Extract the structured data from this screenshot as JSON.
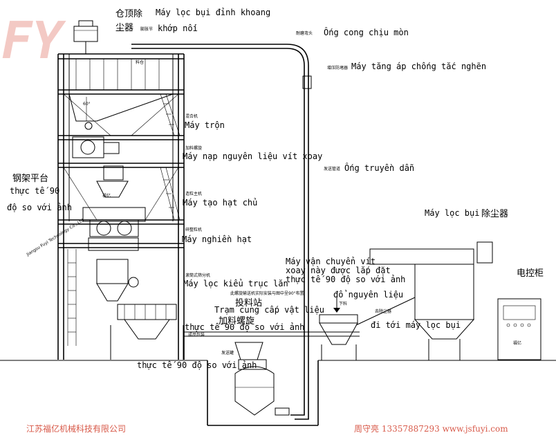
{
  "logo": {
    "text": "FY"
  },
  "watermark": {
    "diagonal": "Jiangsu Fuyi Technology Co., Ltd."
  },
  "labels": {
    "top_dust_collector_zh": "仓顶除\n尘器",
    "top_dust_collector_vi": "Máy lọc bụi đỉnh khoang",
    "joint_zh": "膨胀节",
    "joint_vi": "khớp nối",
    "wear_elbow_zh": "耐磨弯头",
    "wear_elbow_vi": "Ống cong chịu mòn",
    "booster_zh": "增压防堵器",
    "booster_vi": "Máy tăng áp chống tắc nghẽn",
    "silo_zh": "料仓",
    "mixer_zh": "混合机",
    "mixer_vi": "Máy trộn",
    "screw_feeder_zh": "加料螺旋",
    "screw_feeder_vi": "Máy nạp nguyên liệu vít xoay",
    "conveying_pipe_zh": "发送管道",
    "conveying_pipe_vi": "Ống truyền dẫn",
    "steel_platform_zh": "钢架平台",
    "note_rotated_90_a": "thực tế  90",
    "note_rotated_90_b": "độ so với ảnh",
    "granulator_zh": "造粒主机",
    "granulator_vi": "Máy tạo hạt chủ",
    "dust_filter_vi": "Máy lọc bụi",
    "dust_filter_zh": "除尘器",
    "crusher_zh": "碎整粒机",
    "crusher_vi": "Máy nghiền hạt",
    "screw_conveyor_vi_1": "Máy vận chuyển vít",
    "screw_conveyor_vi_2": "xoay này được lắp đặt",
    "screw_conveyor_vi_3": "thực tế  90 độ so với ảnh",
    "screw_install_note_zh": "此螺旋输送机实际安装与图中呈90°布置",
    "roller_sieve_zh": "滚筒式筛分机",
    "roller_sieve_vi": "Máy lọc kiểu trục lăn",
    "feeding_station_zh": "投料站",
    "feeding_station_vi": "Trạm cung cấp vật liệu",
    "pour_material_vi": "đổ nguyên liệu",
    "discharge_zh": "下料",
    "to_dust_collector_zh": "去除尘器",
    "to_dust_collector_vi": "đi tới máy lọc bụi",
    "screw_feeder2_zh": "加料螺旋",
    "note_rotated_90_c": "thực tế  90 độ so với ảnh",
    "finished_silo_zh": "成品包装",
    "note_rotated_90_d": "thực tế  90 độ so với ảnh",
    "send_tank_zh": "发送罐",
    "control_cabinet_zh": "电控柜",
    "fuyi_small_1": "福亿",
    "fuyi_small_2": "福亿",
    "angle_60": "60°"
  },
  "footer": {
    "company": "江苏福亿机械科技有限公司",
    "contact": "周守亮  13357887293  www.jsfuyi.com"
  }
}
